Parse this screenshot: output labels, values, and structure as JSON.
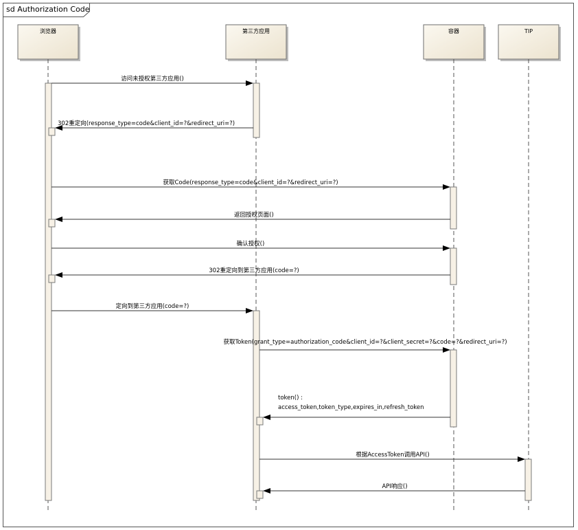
{
  "frame": {
    "title": "sd Authorization Code"
  },
  "lifelines": [
    {
      "id": "browser",
      "label": "浏览器"
    },
    {
      "id": "thirdparty",
      "label": "第三方应用"
    },
    {
      "id": "container",
      "label": "容器"
    },
    {
      "id": "tip",
      "label": "TIP"
    }
  ],
  "messages": [
    {
      "from": "browser",
      "to": "thirdparty",
      "label": "访问未授权第三方应用()"
    },
    {
      "from": "thirdparty",
      "to": "browser",
      "label": "302重定向(response_type=code&client_id=?&redirect_uri=?)"
    },
    {
      "from": "browser",
      "to": "container",
      "label": "获取Code(response_type=code&client_id=?&redirect_uri=?)"
    },
    {
      "from": "container",
      "to": "browser",
      "label": "返回授权页面()"
    },
    {
      "from": "browser",
      "to": "container",
      "label": "确认授权()"
    },
    {
      "from": "container",
      "to": "browser",
      "label": "302重定向到第三方应用(code=?)"
    },
    {
      "from": "browser",
      "to": "thirdparty",
      "label": "定向到第三方应用(code=?)"
    },
    {
      "from": "thirdparty",
      "to": "container",
      "label": "获取Token(grant_type=authorization_code&client_id=?&client_secret=?&code=?&redirect_uri=?)"
    },
    {
      "from": "container",
      "to": "thirdparty",
      "label_lines": [
        "token() :",
        "access_token,token_type,expires_in,refresh_token"
      ]
    },
    {
      "from": "thirdparty",
      "to": "tip",
      "label": "根据AccessToken调用API()"
    },
    {
      "from": "tip",
      "to": "thirdparty",
      "label": "API响应()"
    }
  ]
}
